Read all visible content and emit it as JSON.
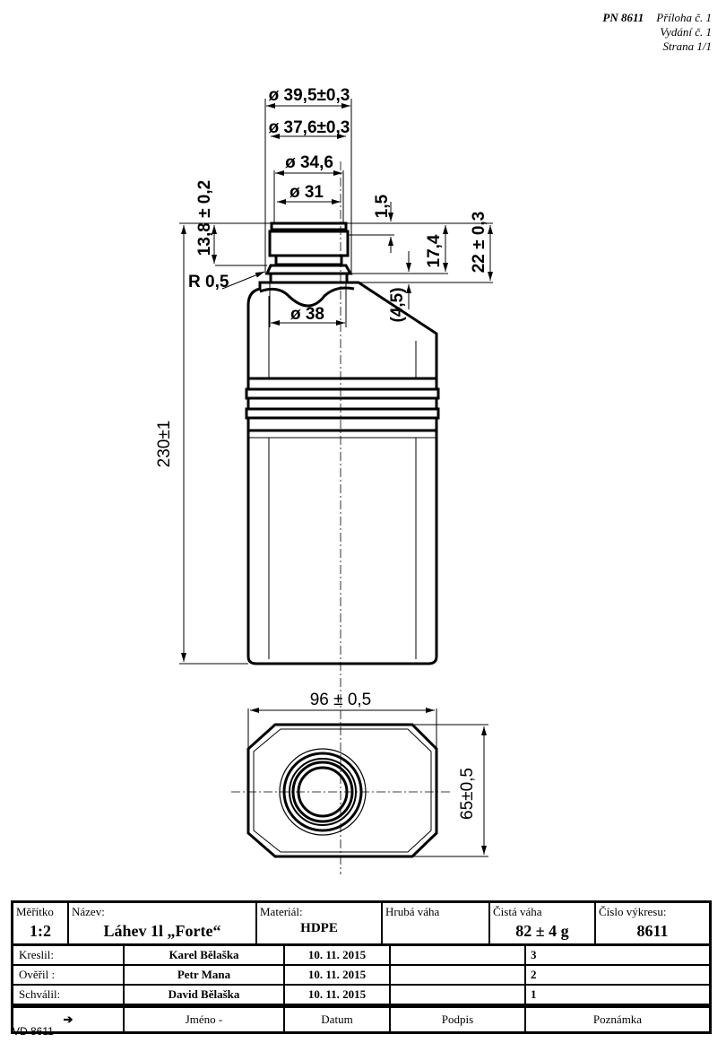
{
  "header": {
    "pn": "PN  8611",
    "priloha": "Příloha č. 1",
    "vydani": "Vydání č. 1",
    "strana": "Strana 1/1"
  },
  "dimensions": {
    "d_39_5": "ø 39,5±0,3",
    "d_37_6": "ø 37,6±0,3",
    "d_34_6": "ø 34,6",
    "d_31": "ø 31",
    "h_13_8": "13,8 ± 0,2",
    "h_1_5": "1,5",
    "h_17_4": "17,4",
    "h_22": "22 ± 0,3",
    "r_0_5": "R 0,5",
    "h_4_5": "(4,5)",
    "d_38": "ø 38",
    "h_230": "230±1",
    "w_96": "96 ± 0,5",
    "w_65": "65±0,5"
  },
  "title_block": {
    "scale_label": "Měřítko",
    "scale": "1:2",
    "name_label": "Název:",
    "name": "Láhev 1l „Forte“",
    "material_label": "Materiál:",
    "material": "HDPE",
    "gross_label": "Hrubá váha",
    "gross": "",
    "net_label": "Čistá váha",
    "net": "82 ± 4 g",
    "drawing_no_label": "Číslo výkresu:",
    "drawing_no": "8611",
    "rows": [
      {
        "role": "Kreslil:",
        "name": "Karel Bělaška",
        "date": "10. 11. 2015",
        "sign": "",
        "note": "3"
      },
      {
        "role": "Ověřil :",
        "name": "Petr Mana",
        "date": "10. 11. 2015",
        "sign": "",
        "note": "2"
      },
      {
        "role": "Schválil:",
        "name": "David Bělaška",
        "date": "10. 11. 2015",
        "sign": "",
        "note": "1"
      }
    ],
    "footer": {
      "arrow": "➔",
      "name": "Jméno -",
      "date": "Datum",
      "sign": "Podpis",
      "note": "Poznámka"
    }
  },
  "footer_code": "VD  8611"
}
